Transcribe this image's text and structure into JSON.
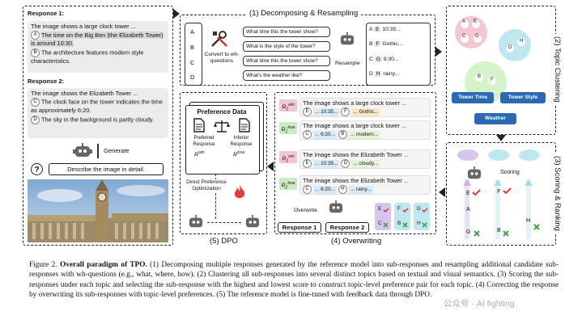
{
  "panel1": {
    "resp1_title": "Response 1:",
    "resp1_line1": "The image shows a large clock tower ...",
    "resp1_A": "The time on the Big Ben (the Elizabeth Tower) is around 10:30.",
    "resp1_B": "The architecture features modern style characteristics.",
    "resp2_title": "Response 2:",
    "resp2_line1": "The image shows the Elizabeth Tower ...",
    "resp2_C": "The clock face on the tower indicates the time as approximately 6:20.",
    "resp2_D": "The sky in the background is partly cloudy.",
    "generate": "Generate",
    "prompt": "Describe the image in detail."
  },
  "panel_labels": {
    "p1": "(1) Decomposing & Resampling",
    "p2": "(2) Topic Clustering",
    "p3": "(3) Scoring & Ranking",
    "p4": "(4) Overwriting",
    "p5": "(5) DPO"
  },
  "decompose": {
    "letters": [
      "A",
      "B",
      "C",
      "D"
    ],
    "convert": "Convert to wh-questions",
    "questions": [
      "What time this the tower show?",
      "What is the style of the tower?",
      "What time this the tower show?",
      "What's the weather like?"
    ],
    "resample": "Resample",
    "outputs": [
      {
        "k": "A",
        "e": "E",
        "t": "10:35..."
      },
      {
        "k": "B",
        "e": "F",
        "t": "Gothic..."
      },
      {
        "k": "C",
        "e": "G",
        "t": "9:30..."
      },
      {
        "k": "D",
        "e": "H",
        "t": "rainy..."
      }
    ]
  },
  "clustering": {
    "topics": [
      "Tower Time",
      "Tower Style",
      "Weather"
    ],
    "c1": [
      "A",
      "E",
      "C",
      "G"
    ],
    "c2": [
      "D",
      "H"
    ],
    "c3": [
      "B",
      "F"
    ]
  },
  "scoring": {
    "label": "Scoring",
    "bars": [
      "E",
      "F",
      "H",
      "A",
      "B",
      "G"
    ]
  },
  "overwriting": {
    "rows": [
      {
        "label": "R",
        "sub": "1",
        "sup": "win",
        "text": "The image shows a large clock tower ...",
        "c1": "E",
        "v1": "... 10:35...",
        "c2": "F",
        "v2": "... Gothic..."
      },
      {
        "label": "R",
        "sub": "1",
        "sup": "lose",
        "text": "The image shows a large clock tower ...",
        "c1": "C",
        "v1": "... 6:20...",
        "c2": "B",
        "v2": "... modern..."
      },
      {
        "label": "R",
        "sub": "2",
        "sup": "win",
        "text": "The image shows the Elizabeth Tower ...",
        "c1": "E",
        "v1": "... 10:35...",
        "c2": "D",
        "v2": "... cloudy..."
      },
      {
        "label": "R",
        "sub": "2",
        "sup": "lose",
        "text": "The image shows the Elizabeth Tower ...",
        "c1": "C",
        "v1": "... 6:20...",
        "c2": "H",
        "v2": "... rainy..."
      }
    ],
    "overwrite": "Overwrite",
    "resp1": "Response 1",
    "resp2": "Response 2",
    "grid": [
      "E",
      "F",
      "D",
      "C",
      "B",
      "H"
    ]
  },
  "dpo": {
    "pref_title": "Preference Data",
    "preferred": "Preferred Response",
    "rwin": "R",
    "rwin_sup": "win",
    "inferior": "Inferior Response",
    "rlose": "R",
    "rlose_sup": "lose",
    "direct": "Direct Preference Optimization"
  },
  "caption": {
    "fig": "Figure 2.",
    "title": "Overall paradigm of TPO.",
    "text": " (1) Decomposing multiple responses generated by the reference model into sub-responses and resampling additional candidate sub-responses with wh-questions (e.g., what, where, how). (2) Clustering all sub-responses into several distinct topics based on textual and visual semantics. (3) Scoring the sub-responses under each topic and selecting the sub-response with the highest and lowest score to construct topic-level preference pair for each topic. (4) Correcting the response by overwriting its sub-responses with topic-level preferences. (5) The reference model is fine-tuned with feedback data through DPO.",
    "watermark": "公众号 · AI fighting"
  },
  "colors": {
    "green": "#7bc47f",
    "red": "#e57373",
    "pink": "#f4c6cf",
    "lavender": "#d6c6ef",
    "cyan": "#bde8ef"
  }
}
